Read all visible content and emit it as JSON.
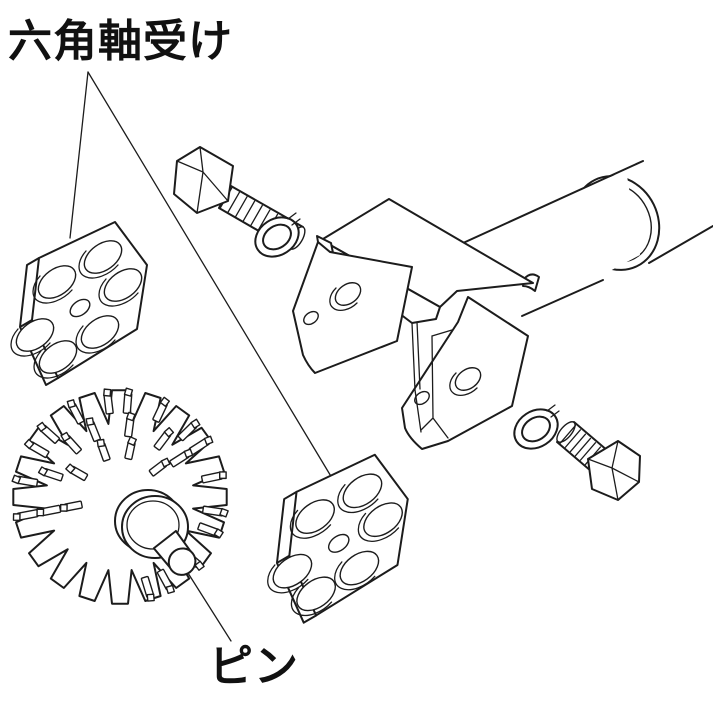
{
  "diagram": {
    "bearing_label": "六角軸受け",
    "pin_label": "ピン",
    "parts": [
      "hex-shaft-bearing-left",
      "hex-shaft-bearing-right",
      "spiked-roller",
      "roller-pin",
      "mounting-bracket",
      "shaft-tube",
      "hex-bolt-top",
      "spring-washer-top",
      "hex-bolt-bottom",
      "spring-washer-bottom"
    ],
    "colors": {
      "line": "#1c1c1c",
      "background": "#ffffff"
    }
  }
}
